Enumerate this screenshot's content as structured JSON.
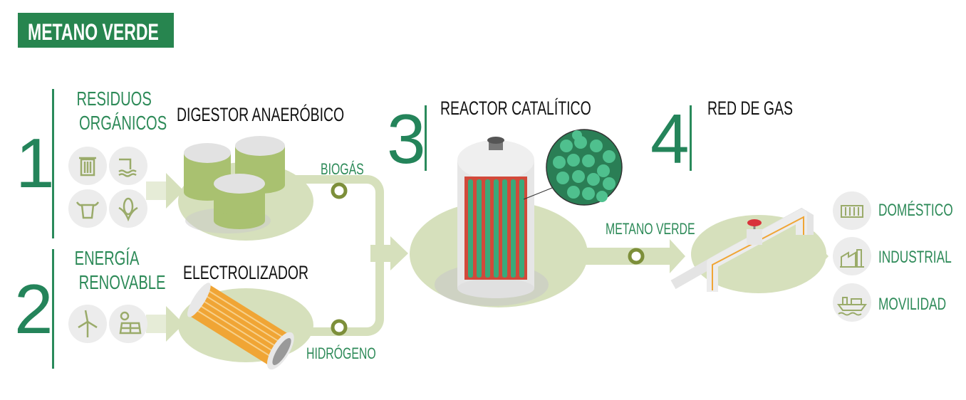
{
  "title": "METANO VERDE",
  "steps": [
    {
      "number": "1",
      "label_line1": "RESIDUOS",
      "label_line2": "ORGÁNICOS",
      "process": "DIGESTOR ANAERÓBICO",
      "output": "BIOGÁS",
      "icons": [
        "trash-bin-icon",
        "wastewater-pipe-icon",
        "cow-icon",
        "corn-icon"
      ]
    },
    {
      "number": "2",
      "label_line1": "ENERGÍA",
      "label_line2": "RENOVABLE",
      "process": "ELECTROLIZADOR",
      "output": "HIDRÓGENO",
      "icons": [
        "wind-turbine-icon",
        "solar-panel-icon"
      ]
    },
    {
      "number": "3",
      "process": "REACTOR CATALÍTICO",
      "output": "METANO VERDE"
    },
    {
      "number": "4",
      "process": "RED DE GAS"
    }
  ],
  "uses": [
    {
      "label": "DOMÉSTICO",
      "icon": "radiator-icon"
    },
    {
      "label": "INDUSTRIAL",
      "icon": "factory-icon"
    },
    {
      "label": "MOVILIDAD",
      "icon": "ship-icon"
    }
  ],
  "colors": {
    "brand_green": "#27854f",
    "flow_green": "#d6e0bc",
    "icon_green": "#9aab6a",
    "pipe_orange": "#f0a535",
    "valve_red": "#d9333b"
  }
}
